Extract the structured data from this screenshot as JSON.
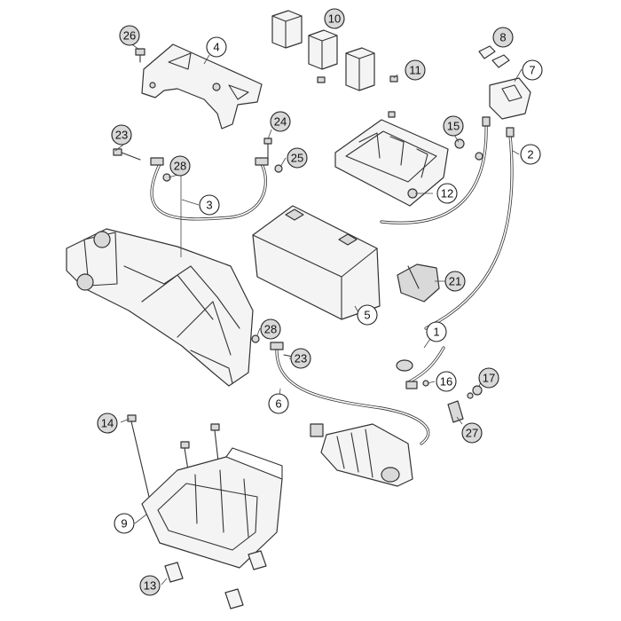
{
  "callouts": [
    {
      "id": "1",
      "fill": "#ffffff"
    },
    {
      "id": "2",
      "fill": "#ffffff"
    },
    {
      "id": "3",
      "fill": "#ffffff"
    },
    {
      "id": "4",
      "fill": "#ffffff"
    },
    {
      "id": "5",
      "fill": "#ffffff"
    },
    {
      "id": "6",
      "fill": "#ffffff"
    },
    {
      "id": "7",
      "fill": "#ffffff"
    },
    {
      "id": "8",
      "fill": "#d9d9d9"
    },
    {
      "id": "9",
      "fill": "#ffffff"
    },
    {
      "id": "10",
      "fill": "#d9d9d9"
    },
    {
      "id": "11",
      "fill": "#d9d9d9"
    },
    {
      "id": "12",
      "fill": "#ffffff"
    },
    {
      "id": "13",
      "fill": "#d9d9d9"
    },
    {
      "id": "14",
      "fill": "#d9d9d9"
    },
    {
      "id": "15",
      "fill": "#d9d9d9"
    },
    {
      "id": "16",
      "fill": "#ffffff"
    },
    {
      "id": "17",
      "fill": "#d9d9d9"
    },
    {
      "id": "21",
      "fill": "#d9d9d9"
    },
    {
      "id": "23",
      "fill": "#d9d9d9"
    },
    {
      "id": "23",
      "fill": "#d9d9d9"
    },
    {
      "id": "24",
      "fill": "#d9d9d9"
    },
    {
      "id": "25",
      "fill": "#d9d9d9"
    },
    {
      "id": "26",
      "fill": "#d9d9d9"
    },
    {
      "id": "27",
      "fill": "#d9d9d9"
    },
    {
      "id": "28",
      "fill": "#d9d9d9"
    },
    {
      "id": "28",
      "fill": "#d9d9d9"
    }
  ]
}
